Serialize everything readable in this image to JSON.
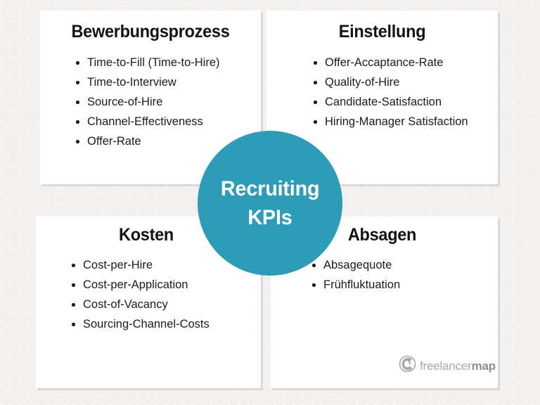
{
  "background_color": "#f2f1f0",
  "accent_color": "#2e9cb9",
  "center": {
    "name": "recruiting-kpis-circle",
    "line1": "Recruiting",
    "line2": "KPIs"
  },
  "cards": [
    {
      "id": "bewerbungsprozess",
      "title": "Bewerbungsprozess",
      "items": [
        "Time-to-Fill (Time-to-Hire)",
        "Time-to-Interview",
        "Source-of-Hire",
        "Channel-Effectiveness",
        "Offer-Rate"
      ]
    },
    {
      "id": "einstellung",
      "title": "Einstellung",
      "items": [
        "Offer-Accaptance-Rate",
        "Quality-of-Hire",
        "Candidate-Satisfaction",
        "Hiring-Manager Satisfaction"
      ]
    },
    {
      "id": "kosten",
      "title": "Kosten",
      "items": [
        "Cost-per-Hire",
        "Cost-per-Application",
        "Cost-of-Vacancy",
        "Sourcing-Channel-Costs"
      ]
    },
    {
      "id": "absagen",
      "title": "Absagen",
      "items": [
        "Absagequote",
        "Frühfluktuation"
      ]
    }
  ],
  "logo": {
    "icon": "freelancermap-swirl-icon",
    "text_regular": "freelancer",
    "text_bold": "map",
    "color": "#a8a8a8"
  }
}
